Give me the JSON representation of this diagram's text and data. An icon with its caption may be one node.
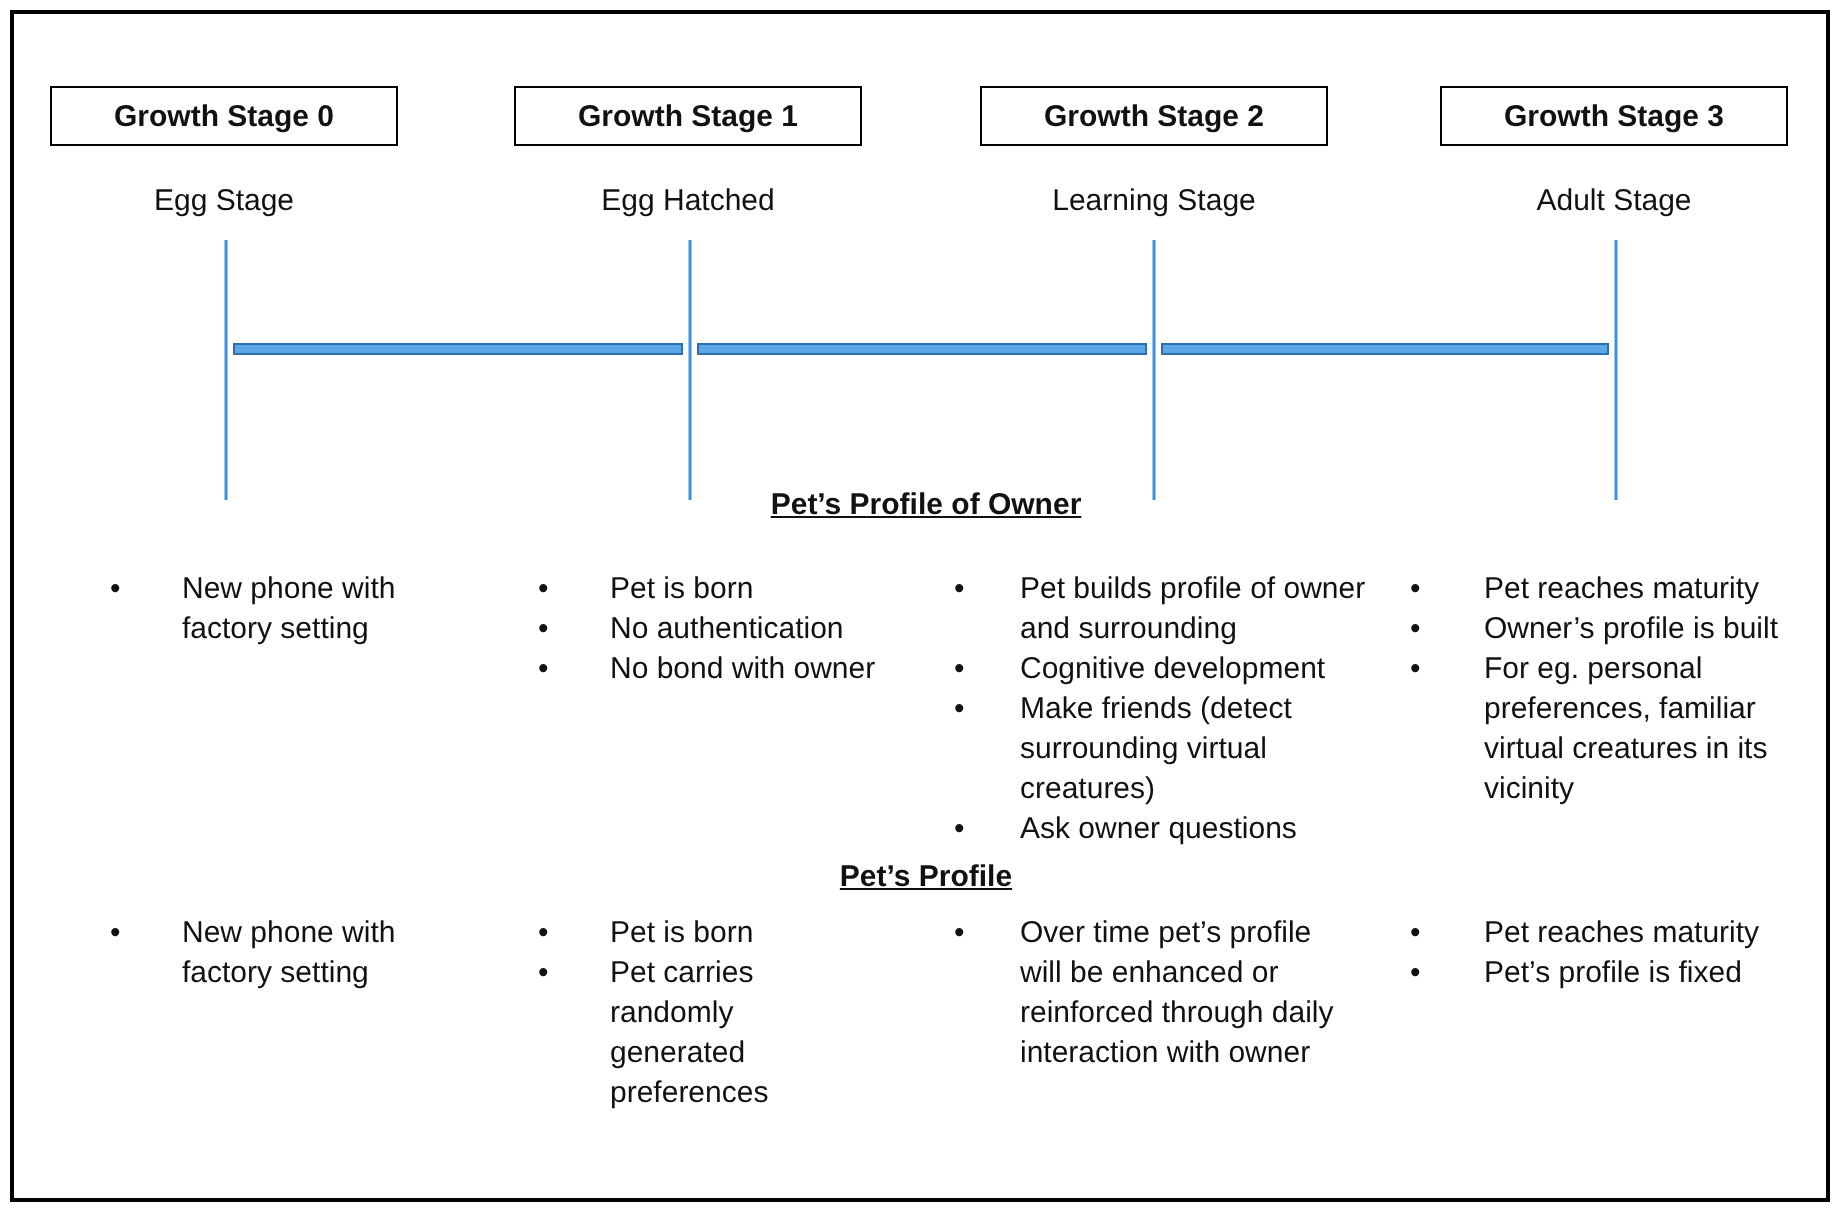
{
  "diagram": {
    "nodes": [
      {
        "text": [
          "Growth Stage 0"
        ],
        "beside": [
          "Egg Stage"
        ]
      },
      {
        "text": [
          "Growth Stage 1"
        ],
        "beside": [
          "Egg Hatched"
        ]
      },
      {
        "text": [
          "Growth Stage 2"
        ],
        "beside": [
          "Learning Stage"
        ]
      },
      {
        "text": [
          "Growth Stage 3"
        ],
        "beside": [
          "Adult Stage"
        ]
      }
    ],
    "edges": [],
    "labels": [
      "Pet’s Profile of Owner",
      "• New phone with factory setting",
      "• Pet is born",
      "• No authentication",
      "• No bond with owner",
      "• Pet builds profile of owner and surrounding",
      "• Cognitive development",
      "• Make friends (detect surrounding virtual creatures)",
      "• Ask owner questions",
      "• Pet reaches maturity",
      "• Owner’s profile is built",
      "• For eg. personal preferences, familiar virtual creatures in its vicinity",
      "Pet’s Profile",
      "• New phone with factory setting",
      "• Pet is born",
      "• Pet carries randomly generated preferences",
      "• Over time pet’s profile will be enhanced or reinforced through daily interaction with owner",
      "• Pet reaches maturity",
      "• Pet’s profile is fixed"
    ]
  }
}
